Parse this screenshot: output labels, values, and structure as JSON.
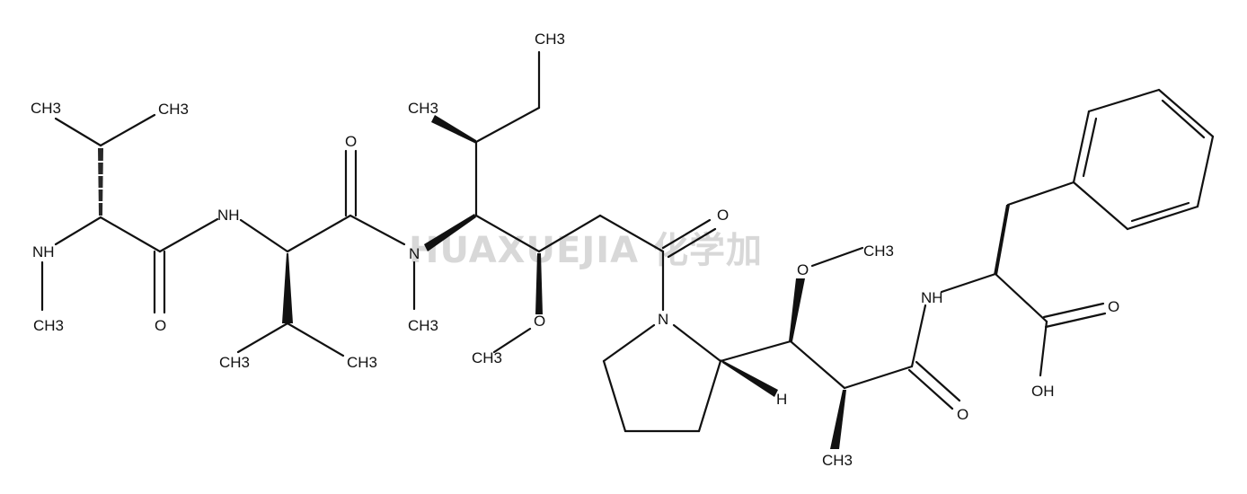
{
  "watermark": "HUAXUEJIA 化学加",
  "labels": {
    "nh_left": "NH",
    "ch3_a": "CH3",
    "ch3_b": "CH3",
    "ch3_c": "CH3",
    "nh_1": "NH",
    "o_1": "O",
    "o_2": "O",
    "ch3_d": "CH3",
    "ch3_e": "CH3",
    "n_1": "N",
    "ch3_f": "CH3",
    "ch3_top": "CH3",
    "ch3_ethyl": "CH3",
    "o_3": "O",
    "ch3_g": "CH3",
    "o_4": "O",
    "n_ring": "N",
    "h_ring": "H",
    "o_5": "O",
    "ch3_h": "CH3",
    "nh_2": "NH",
    "o_6": "O",
    "ch3_i": "CH3",
    "o_7": "O",
    "oh": "OH"
  }
}
